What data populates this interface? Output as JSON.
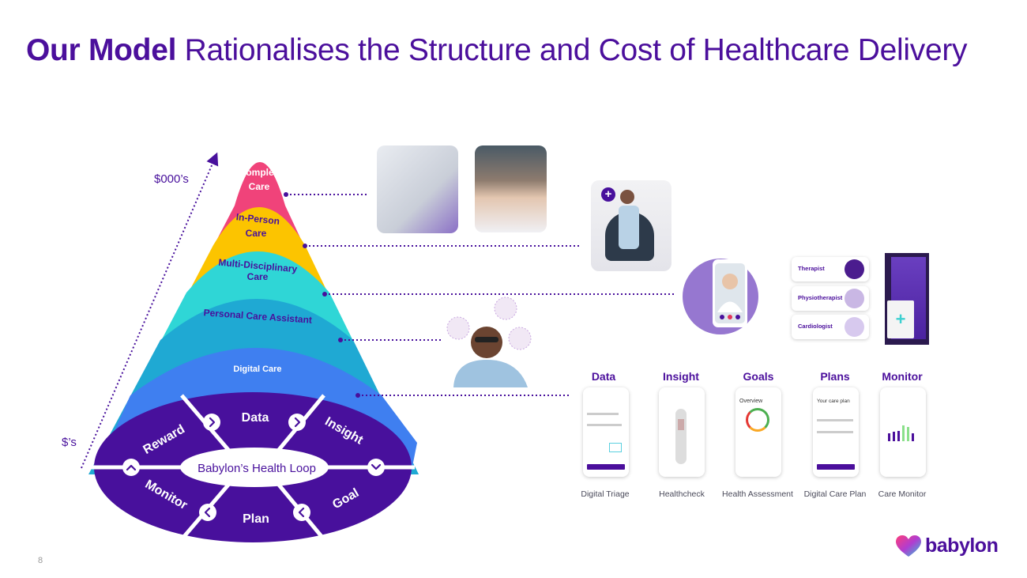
{
  "title": {
    "bold": "Our Model",
    "rest": " Rationalises the Structure and Cost of Healthcare Delivery"
  },
  "pyramid": {
    "axis_top": "$000’s",
    "axis_bottom": "$’s",
    "levels": [
      {
        "line1": "Complex",
        "line2": "Care",
        "color": "#f0437a"
      },
      {
        "line1": "In-Person",
        "line2": "Care",
        "color": "#fcc400"
      },
      {
        "line1": "Multi-Disciplinary",
        "line2": "Care",
        "color": "#2fd6d6"
      },
      {
        "line1": "Personal Care Assistant",
        "color": "#1fa9d3"
      },
      {
        "line1": "Digital Care",
        "color": "#3f7ff0"
      }
    ],
    "loop": {
      "center": "Babylon’s Health Loop",
      "segments": [
        "Data",
        "Insight",
        "Goal",
        "Plan",
        "Monitor",
        "Reward"
      ],
      "color": "#48109c"
    }
  },
  "specialists": [
    "Therapist",
    "Physiotherapist",
    "Cardiologist"
  ],
  "apps": [
    {
      "title": "Data",
      "caption": "Digital Triage"
    },
    {
      "title": "Insight",
      "caption": "Healthcheck"
    },
    {
      "title": "Goals",
      "caption": "Health Assessment"
    },
    {
      "title": "Plans",
      "caption": "Digital Care Plan"
    },
    {
      "title": "Monitor",
      "caption": "Care Monitor"
    }
  ],
  "phone_text": {
    "goals": "Overview",
    "plans": "Your care plan"
  },
  "page_number": "8",
  "logo": "babylon"
}
